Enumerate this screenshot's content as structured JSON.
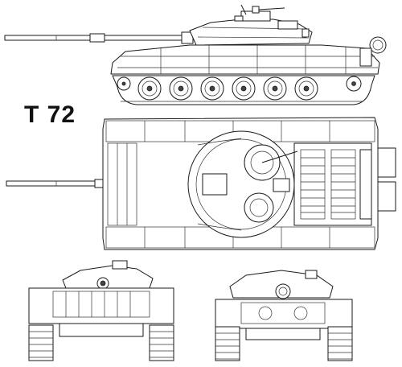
{
  "title": "T 72",
  "colors": {
    "ink": "#1a1a1a",
    "paper": "#ffffff"
  },
  "views": {
    "side": "side-view",
    "top": "top-view",
    "front": "front-view",
    "rear": "rear-view"
  }
}
